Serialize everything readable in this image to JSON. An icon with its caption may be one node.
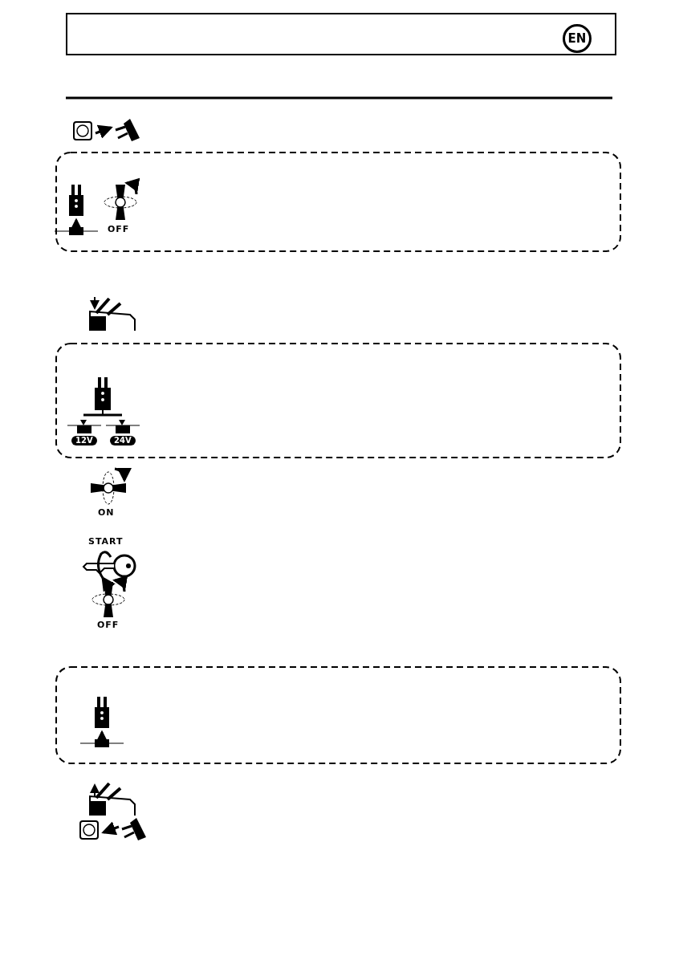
{
  "diagram": {
    "labels": [
      "EN",
      "OFF",
      "12V",
      "24V",
      "ON",
      "START",
      "OFF"
    ]
  }
}
